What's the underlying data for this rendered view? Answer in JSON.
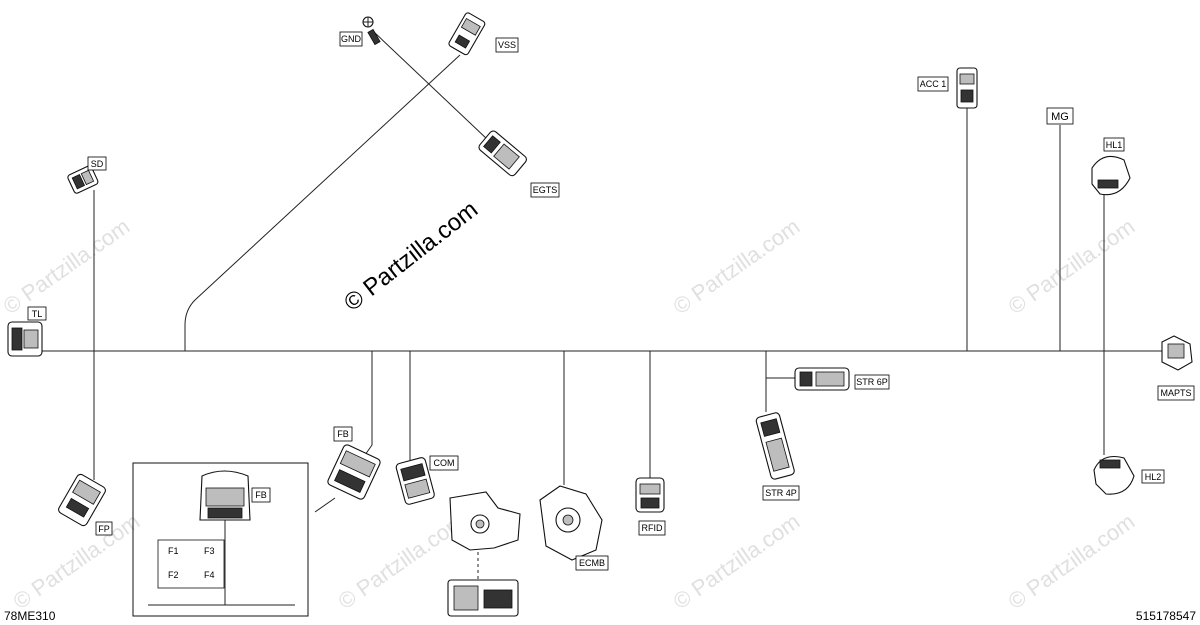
{
  "labels": {
    "gnd": "GND",
    "vss": "VSS",
    "egts": "EGTS",
    "sd": "SD",
    "tl": "TL",
    "fp": "FP",
    "acc1": "ACC 1",
    "mg": "MG",
    "hl1": "HL1",
    "hl2": "HL2",
    "mapts": "MAPTS",
    "str6p": "STR 6P",
    "str4p": "STR 4P",
    "rfid": "RFID",
    "ecmb": "ECMB",
    "com": "COM",
    "fb_main": "FB",
    "fb_detail": "FB"
  },
  "fuses": {
    "f1": "F1",
    "f2": "F2",
    "f3": "F3",
    "f4": "F4"
  },
  "watermark": {
    "main": "© Partzilla.com",
    "faint": "© Partzilla.com"
  },
  "footer": {
    "left_code": "78ME310",
    "right_code": "515178547"
  }
}
